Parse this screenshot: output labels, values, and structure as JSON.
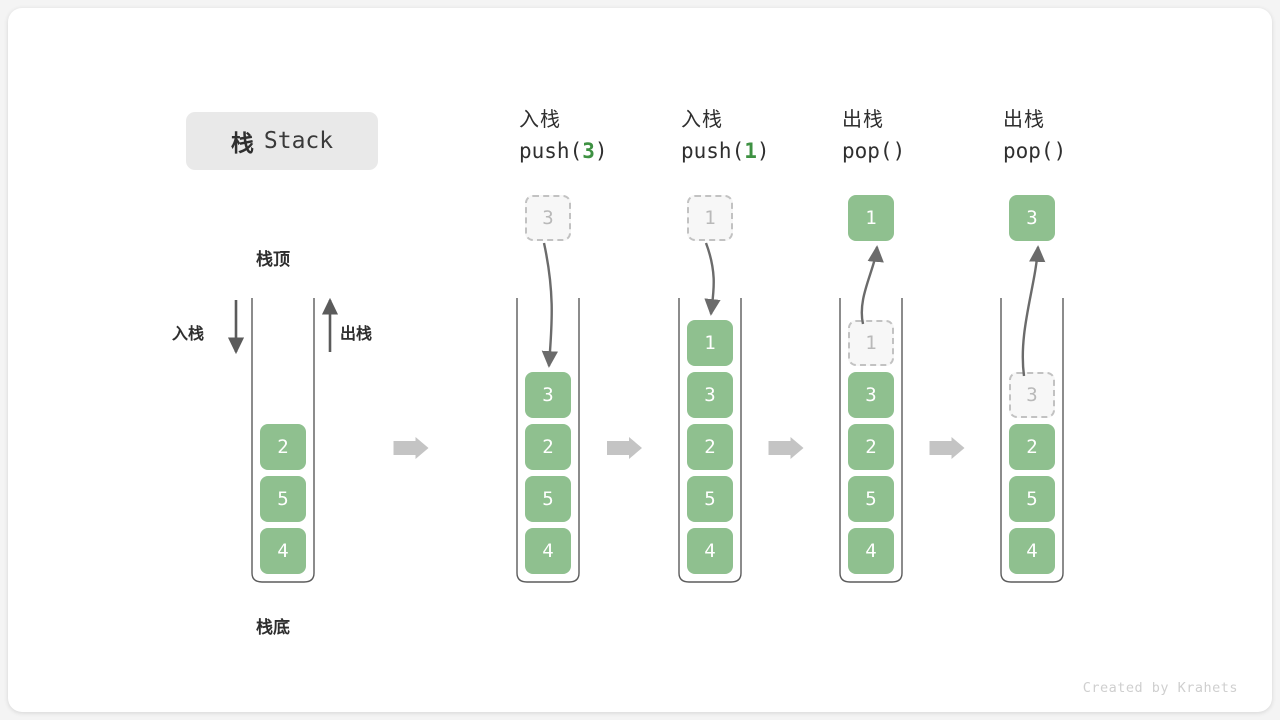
{
  "title": {
    "cn": "栈",
    "en": "Stack"
  },
  "labels": {
    "stack_top": "栈顶",
    "stack_bottom": "栈底",
    "push_side": "入栈",
    "pop_side": "出栈"
  },
  "credit": "Created by Krahets",
  "colors": {
    "element_green": "#8fc08f",
    "accent_green": "#3e9142",
    "ghost_border": "#c2c2c2",
    "ghost_text": "#b9b9b9",
    "arrow_gray": "#6b6b6b",
    "step_arrow_gray": "#c4c4c4",
    "badge_bg": "#e9e9e9",
    "text_dark": "#2f2f2f",
    "card_bg": "#ffffff",
    "page_bg": "#f4f4f4"
  },
  "columns": [
    {
      "id": "initial",
      "head_cn": "",
      "head_fn": "",
      "head_arg": "",
      "cells": [
        {
          "value": "2",
          "state": "filled"
        },
        {
          "value": "5",
          "state": "filled"
        },
        {
          "value": "4",
          "state": "filled"
        }
      ],
      "float": null
    },
    {
      "id": "push-3",
      "head_cn": "入栈",
      "head_fn_pre": "push(",
      "head_arg": "3",
      "head_fn_post": ")",
      "cells": [
        {
          "value": "3",
          "state": "filled"
        },
        {
          "value": "2",
          "state": "filled"
        },
        {
          "value": "5",
          "state": "filled"
        },
        {
          "value": "4",
          "state": "filled"
        }
      ],
      "float": {
        "value": "3",
        "state": "ghost",
        "direction": "down"
      }
    },
    {
      "id": "push-1",
      "head_cn": "入栈",
      "head_fn_pre": "push(",
      "head_arg": "1",
      "head_fn_post": ")",
      "cells": [
        {
          "value": "1",
          "state": "filled"
        },
        {
          "value": "3",
          "state": "filled"
        },
        {
          "value": "2",
          "state": "filled"
        },
        {
          "value": "5",
          "state": "filled"
        },
        {
          "value": "4",
          "state": "filled"
        }
      ],
      "float": {
        "value": "1",
        "state": "ghost",
        "direction": "down"
      }
    },
    {
      "id": "pop-1",
      "head_cn": "出栈",
      "head_fn_pre": "pop(",
      "head_arg": "",
      "head_fn_post": ")",
      "cells": [
        {
          "value": "1",
          "state": "ghost"
        },
        {
          "value": "3",
          "state": "filled"
        },
        {
          "value": "2",
          "state": "filled"
        },
        {
          "value": "5",
          "state": "filled"
        },
        {
          "value": "4",
          "state": "filled"
        }
      ],
      "float": {
        "value": "1",
        "state": "filled",
        "direction": "up"
      }
    },
    {
      "id": "pop-3",
      "head_cn": "出栈",
      "head_fn_pre": "pop(",
      "head_arg": "",
      "head_fn_post": ")",
      "cells": [
        {
          "value": "3",
          "state": "ghost"
        },
        {
          "value": "2",
          "state": "filled"
        },
        {
          "value": "5",
          "state": "filled"
        },
        {
          "value": "4",
          "state": "filled"
        }
      ],
      "float": {
        "value": "3",
        "state": "filled",
        "direction": "up"
      }
    }
  ],
  "step_arrows": 4
}
